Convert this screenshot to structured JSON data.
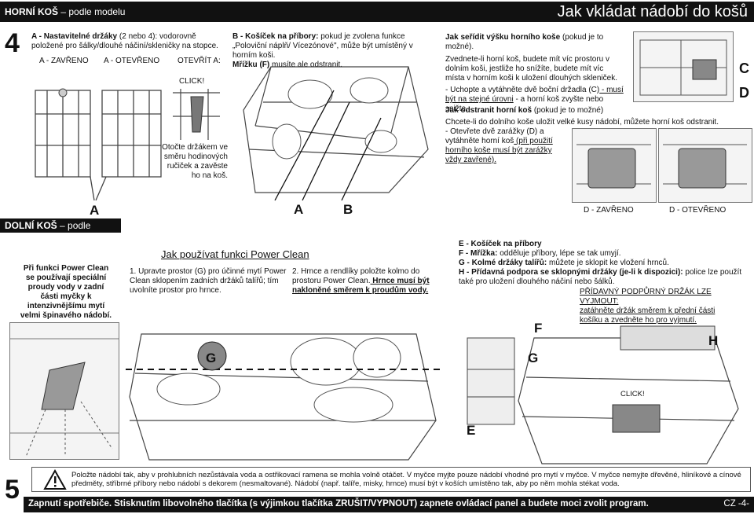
{
  "top_bar": {
    "left_title": "HORNÍ KOŠ",
    "left_subtitle": "– podle modelu",
    "right_title": "Jak vkládat nádobí do košů"
  },
  "step4": {
    "number": "4",
    "a_title": "A - Nastavitelné držáky",
    "a_text": "(2 nebo 4): vodorovně položené pro šálky/dlouhé náčiní/skleničky na stopce.",
    "closed": "A - ZAVŘENO",
    "open": "A - OTEVŘENO",
    "open_a": "OTEVŘÍT A:",
    "click": "CLICK!",
    "rotate_text": "Otočte držákem ve směru hodinových ručiček a zavěste ho na koš.",
    "label_a": "A"
  },
  "cutlery": {
    "title": "B - Košíček na příbory:",
    "text": "pokud je zvolena funkce „Poloviční náplň/ Vícezónové\", může být umístěný v horním koši.",
    "grid_title": "Mřížku (F)",
    "grid_text": "musíte ale odstranit.",
    "label_a": "A",
    "label_b": "B"
  },
  "height": {
    "title": "Jak seřídit výšku horního koše",
    "title_note": "(pokud je to možné).",
    "p1": "Zvednete-li horní koš, budete mít víc prostoru v dolním koši, jestliže ho snížíte, budete mít víc místa v horním koši k uložení dlouhých skleniček.",
    "p2a": "- Uchopte a vytáhněte dvě boční držadla (C)",
    "p2b": " - musí být na stejné úrovni",
    "p2c": " - a horní koš zvyšte nebo snižte.",
    "label_c": "C",
    "label_d": "D"
  },
  "remove": {
    "title": "Jak odstranit horní koš",
    "title_note": "(pokud je to možné)",
    "p1": "Chcete-li do dolního koše uložit velké kusy nádobí, můžete horní koš odstranit.",
    "p2a": "- Otevřete dvě zarážky (D) a vytáhněte horní koš",
    "p2b": " (při použití horního koše musí být zarážky vždy zavřené).",
    "closed": "D - ZAVŘENO",
    "open": "D - OTEVŘENO"
  },
  "bottom_bar": {
    "title": "DOLNÍ KOŠ",
    "subtitle": "– podle modelu"
  },
  "power_clean": {
    "side_note": "Při funkci Power Clean se používají speciální proudy vody v zadní části myčky k intenzivnějšímu mytí velmi špinavého nádobí.",
    "title": "Jak používat funkci Power Clean",
    "step1": "1. Upravte prostor (G) pro účinné mytí Power Clean sklopením zadních držáků talířů; tím uvolníte prostor pro hrnce.",
    "step2a": "2. Hrnce a rendlíky položte kolmo do prostoru Power Clean.",
    "step2b": " Hrnce musí být nakloněné směrem k proudům vody.",
    "label_g": "G"
  },
  "parts": {
    "e": "E - Košíček na příbory",
    "f_title": "F - Mřížka:",
    "f_text": "odděluje příbory, lépe se tak umyjí.",
    "g_title": "G - Kolmé držáky talířů:",
    "g_text": "můžete je sklopit ke vložení hrnců.",
    "h_title": "H - Přídavná podpora se sklopnými držáky (je-li k dispozici):",
    "h_text": "police lze použít také pro uložení dlouhého náčiní nebo šálků.",
    "remove_title": "PŘÍDAVNÝ PODPŮRNÝ DRŽÁK LZE VYJMOUT:",
    "remove_text": "zatáhněte držák směrem k přední části košíku a zvedněte ho pro vyjmutí.",
    "label_e": "E",
    "label_f": "F",
    "label_g": "G",
    "label_h": "H",
    "click": "CLICK!"
  },
  "step5": {
    "number": "5",
    "warning": "Položte nádobí tak, aby v prohlubních nezůstávala voda a ostřikovací ramena se mohla volně otáčet. V myčce myjte pouze nádobí vhodné pro mytí v myčce. V myčce nemyjte dřevěné, hliníkové a cínové předměty, stříbrné příbory nebo nádobí s dekorem (nesmaltované). Nádobí (např. talíře, misky, hrnce) musí být v koších umístěno tak, aby po něm mohla stékat voda."
  },
  "footer": {
    "text": "Zapnutí spotřebiče. Stisknutím libovolného tlačítka (s výjimkou tlačítka ZRUŠIT/VYPNOUT) zapnete ovládací panel a budete moci zvolit program.",
    "page": "CZ -4-"
  }
}
